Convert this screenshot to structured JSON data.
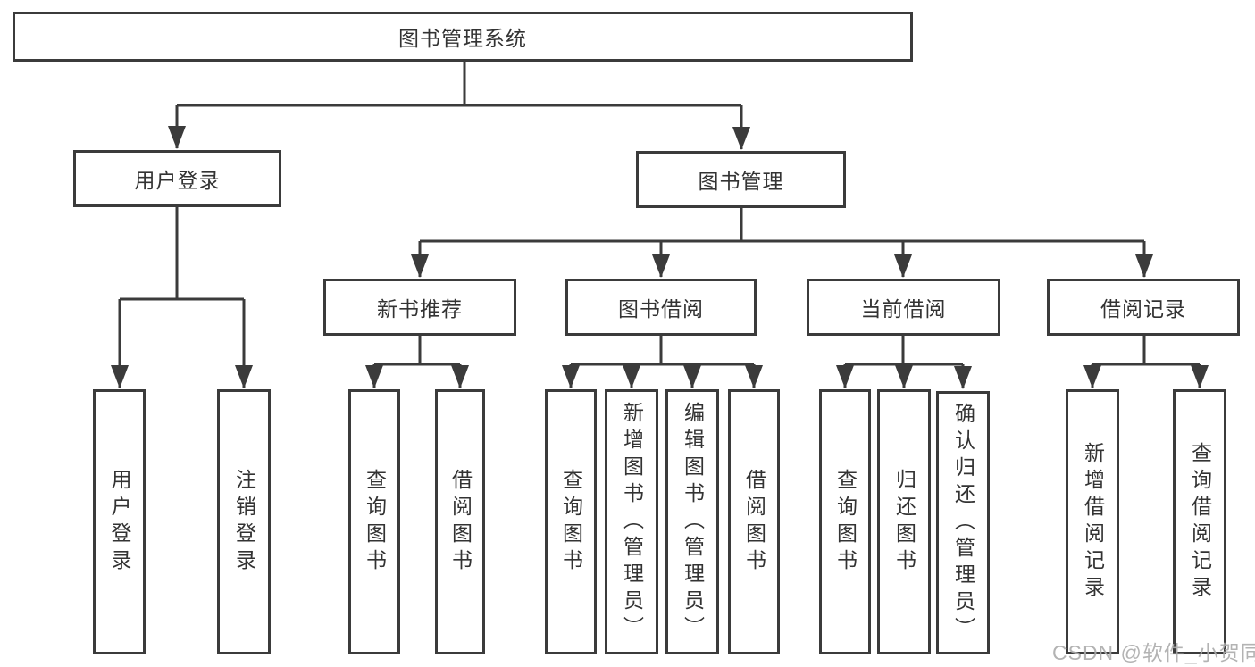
{
  "diagram": {
    "type": "functional-structure-tree",
    "colors": {
      "line": "#3b3b3b",
      "text": "#333333",
      "background": "#ffffff",
      "watermark": "#ababab"
    },
    "tree": {
      "label": "图书管理系统",
      "children": [
        {
          "label": "用户登录",
          "children": [
            {
              "label": "用户登录"
            },
            {
              "label": "注销登录"
            }
          ]
        },
        {
          "label": "图书管理",
          "children": [
            {
              "label": "新书推荐",
              "children": [
                {
                  "label": "查询图书"
                },
                {
                  "label": "借阅图书"
                }
              ]
            },
            {
              "label": "图书借阅",
              "children": [
                {
                  "label": "查询图书"
                },
                {
                  "label": "新增图书（管理员）"
                },
                {
                  "label": "编辑图书（管理员）"
                },
                {
                  "label": "借阅图书"
                }
              ]
            },
            {
              "label": "当前借阅",
              "children": [
                {
                  "label": "查询图书"
                },
                {
                  "label": "归还图书"
                },
                {
                  "label": "确认归还（管理员）"
                }
              ]
            },
            {
              "label": "借阅记录",
              "children": [
                {
                  "label": "新增借阅记录"
                },
                {
                  "label": "查询借阅记录"
                }
              ]
            }
          ]
        }
      ]
    }
  },
  "watermark": "CSDN @软件_小贺同学"
}
